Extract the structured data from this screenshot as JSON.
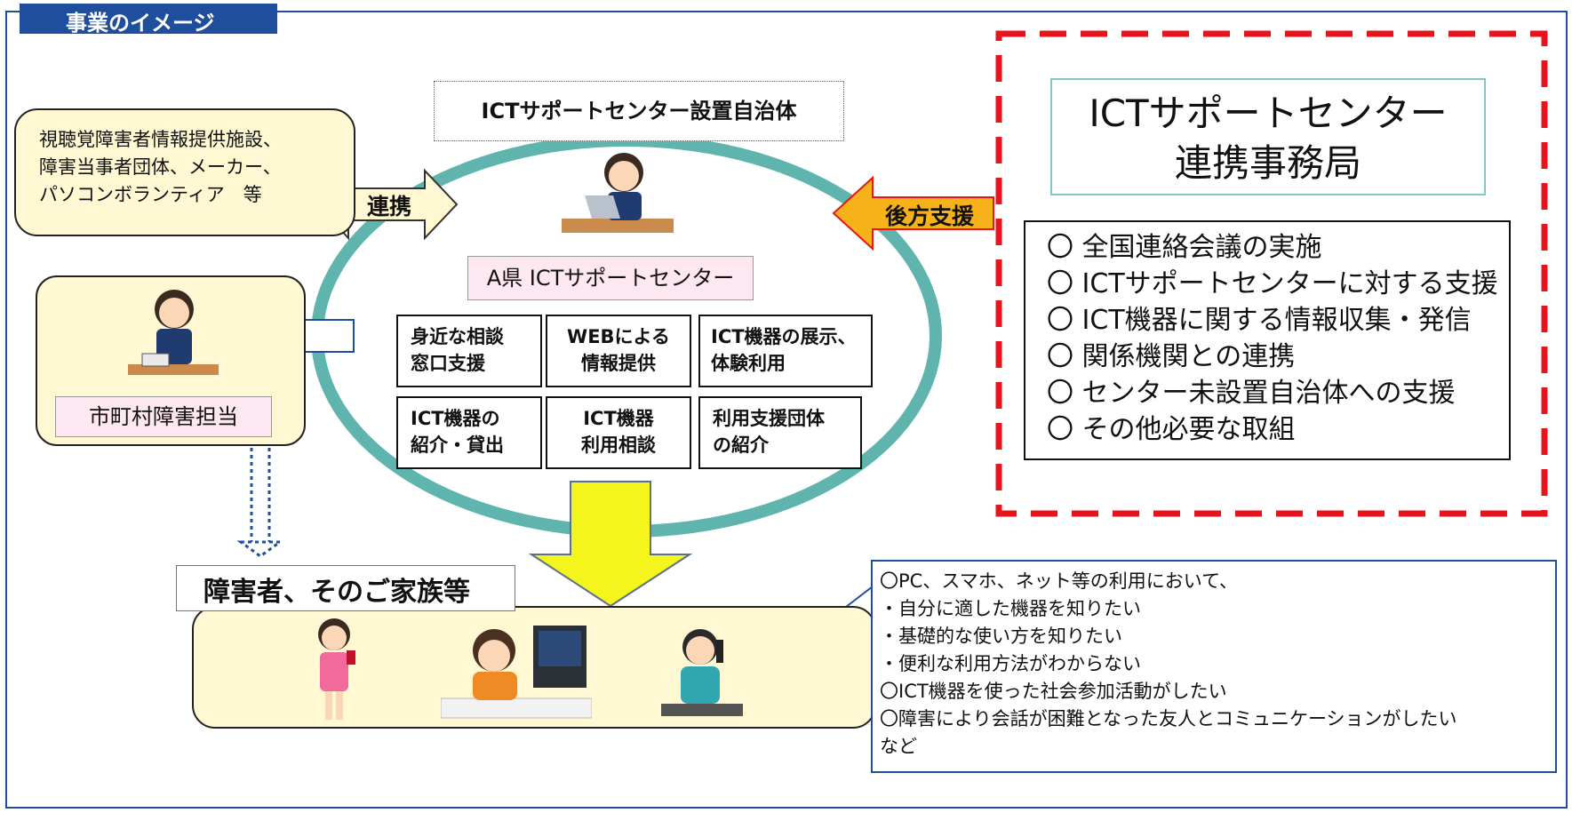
{
  "header": {
    "tag": "事業のイメージ"
  },
  "center": {
    "host_title": "ICTサポートセンター設置自治体",
    "center_name": "A県 ICTサポートセンター",
    "services": [
      [
        "身近な相談",
        "窓口支援"
      ],
      [
        "WEBによる",
        "情報提供"
      ],
      [
        "ICT機器の展示、",
        "体験利用"
      ],
      [
        "ICT機器の",
        "紹介・貸出"
      ],
      [
        "ICT機器",
        "利用相談"
      ],
      [
        "利用支援団体",
        "の紹介"
      ]
    ]
  },
  "partners": {
    "lines": [
      "視聴覚障害者情報提供施設、",
      "障害当事者団体、メーカー、",
      "パソコンボランティア　等"
    ],
    "arrow_label": "連携"
  },
  "municipality": {
    "label": "市町村障害担当"
  },
  "backing": {
    "arrow_label": "後方支援"
  },
  "secretariat": {
    "title": [
      "ICTサポートセンター",
      "連携事務局"
    ],
    "items": [
      "〇 全国連絡会議の実施",
      "〇 ICTサポートセンターに対する支援",
      "〇 ICT機器に関する情報収集・発信",
      "〇 関係機関との連携",
      "〇 センター未設置自治体への支援",
      "〇 その他必要な取組"
    ]
  },
  "people": {
    "title": "障害者、そのご家族等"
  },
  "needs": {
    "lines": [
      "〇PC、スマホ、ネット等の利用において、",
      "・自分に適した機器を知りたい",
      "・基礎的な使い方を知りたい",
      "・便利な利用方法がわからない",
      "〇ICT機器を使った社会参加活動がしたい",
      "〇障害により会話が困難となった友人とコミュニケーションがしたい",
      "など"
    ]
  },
  "colors": {
    "frame": "#1f4e9c",
    "ellipse": "#5fb5ae",
    "red_dash": "#e8141c",
    "yellow_arrow": "#f5f51e",
    "orange_arrow": "#f7b21a",
    "cream": "#fff8d2",
    "pink_label": "#fde7f1"
  }
}
